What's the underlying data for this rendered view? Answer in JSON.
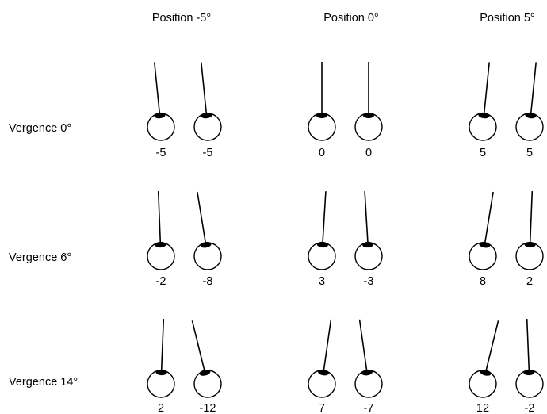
{
  "column_headers": [
    "Position -5°",
    "Position 0°",
    "Position 5°"
  ],
  "row_labels": [
    "Vergence 0°",
    "Vergence 6°",
    "Vergence 14°"
  ],
  "eye_pairs": [
    [
      {
        "left_deg": -5,
        "right_deg": -5,
        "left_label": "-5",
        "right_label": "-5"
      },
      {
        "left_deg": 0,
        "right_deg": 0,
        "left_label": "0",
        "right_label": "0"
      },
      {
        "left_deg": 5,
        "right_deg": 5,
        "left_label": "5",
        "right_label": "5"
      }
    ],
    [
      {
        "left_deg": -2,
        "right_deg": -8,
        "left_label": "-2",
        "right_label": "-8"
      },
      {
        "left_deg": 3,
        "right_deg": -3,
        "left_label": "3",
        "right_label": "-3"
      },
      {
        "left_deg": 8,
        "right_deg": 2,
        "left_label": "8",
        "right_label": "2"
      }
    ],
    [
      {
        "left_deg": 2,
        "right_deg": -12,
        "left_label": "2",
        "right_label": "-12"
      },
      {
        "left_deg": 7,
        "right_deg": -7,
        "left_label": "7",
        "right_label": "-7"
      },
      {
        "left_deg": 12,
        "right_deg": -2,
        "left_label": "12",
        "right_label": "-2"
      }
    ]
  ],
  "colors": {
    "stroke": "#000000",
    "background": "#ffffff"
  }
}
